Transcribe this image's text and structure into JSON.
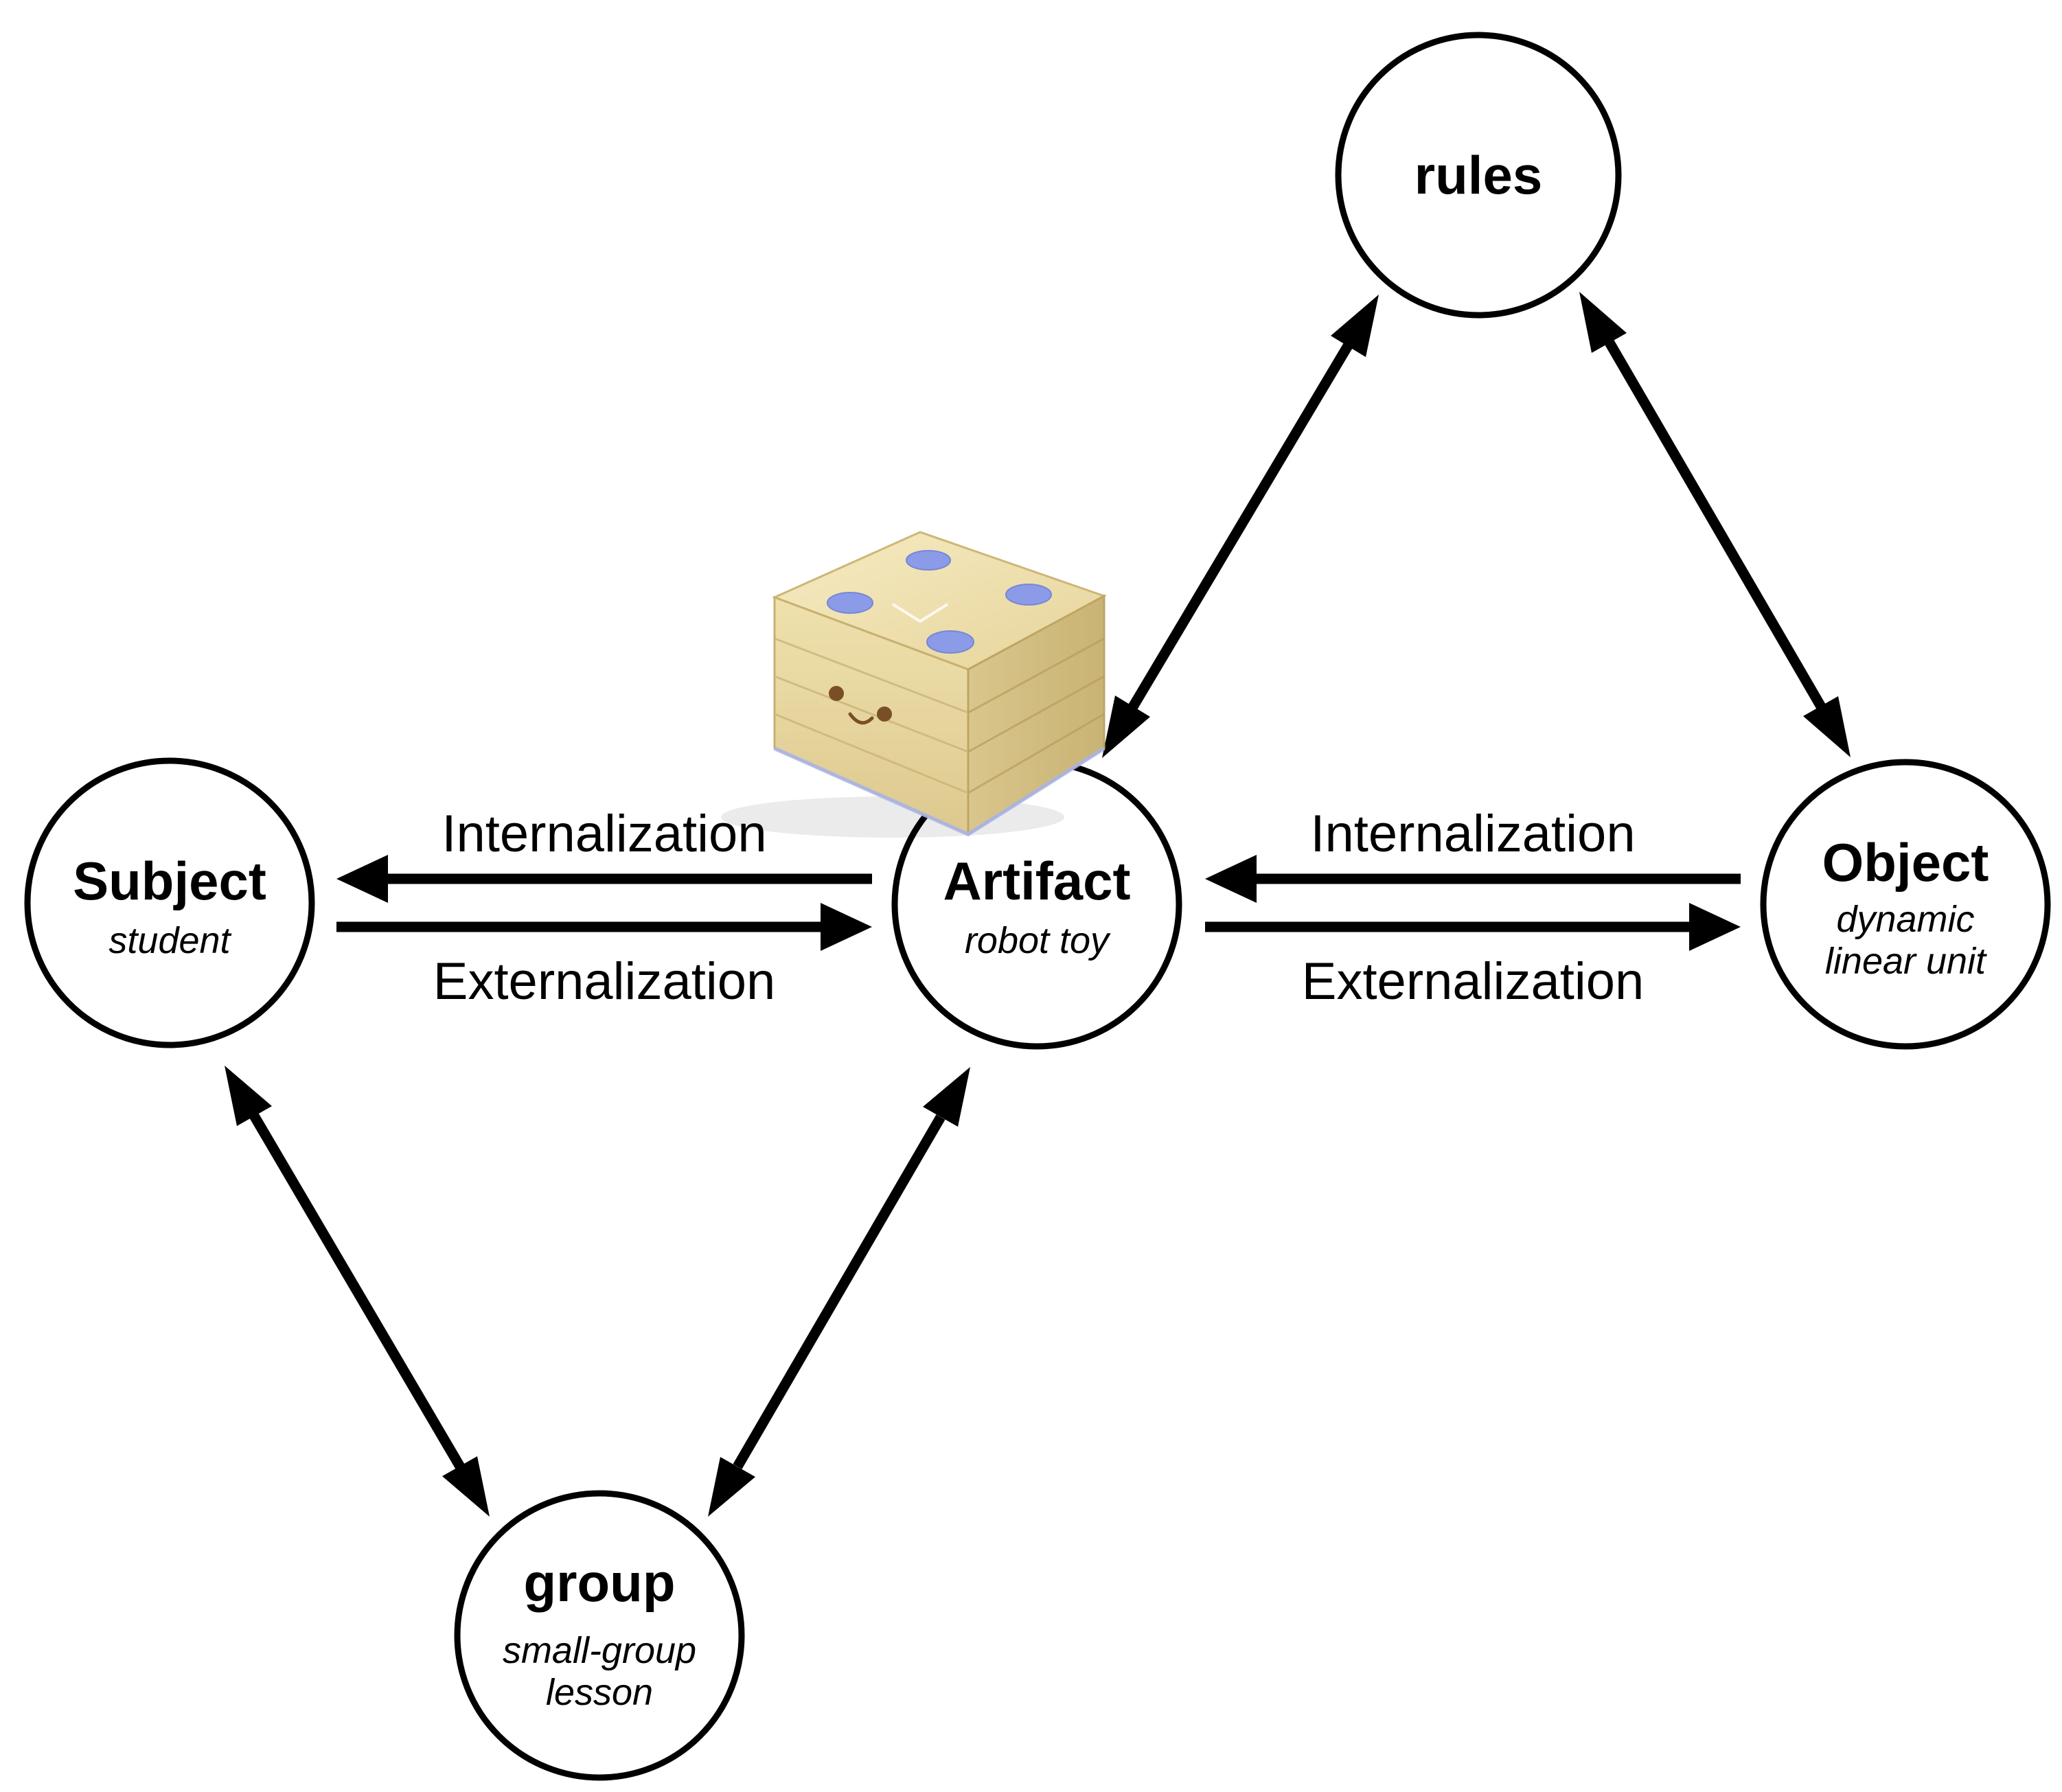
{
  "nodes": {
    "rules": {
      "title": "rules"
    },
    "subject": {
      "title": "Subject",
      "subtitle": "student"
    },
    "artifact": {
      "title": "Artifact",
      "subtitle": "robot toy"
    },
    "object": {
      "title": "Object",
      "subtitle_line1": "dynamic",
      "subtitle_line2": "linear unit"
    },
    "group": {
      "title": "group",
      "subtitle_line1": "small-group",
      "subtitle_line2": "lesson"
    }
  },
  "edges": {
    "left_internalization": "Internalization",
    "left_externalization": "Externalization",
    "right_internalization": "Internalization",
    "right_externalization": "Externalization"
  },
  "colors": {
    "line": "#000000",
    "background": "#ffffff",
    "robot_wood": "#e9d9a2",
    "robot_buttons": "#8c9be8"
  },
  "icons": {
    "robot": "robot-toy-cube-icon"
  }
}
